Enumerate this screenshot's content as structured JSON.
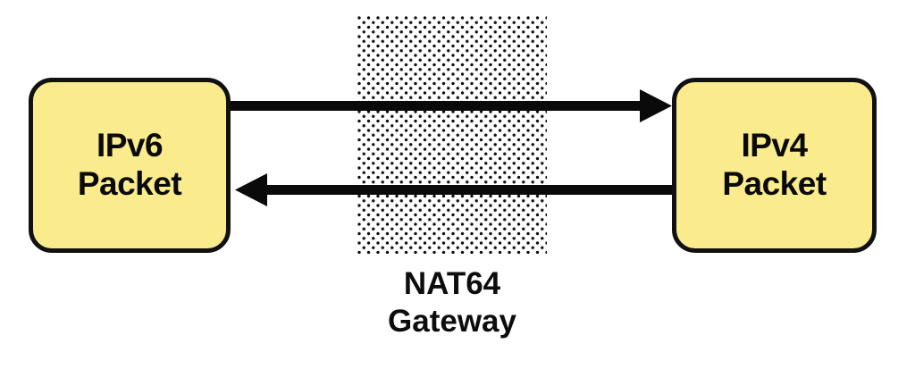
{
  "diagram": {
    "title": "NAT64 Gateway packet translation diagram",
    "background_color": "#ffffff",
    "box_fill_color": "#FAEB8C",
    "box_border_color": "#111111",
    "arrow_color": "#0a0a0a",
    "dot_color": "#101010"
  },
  "left_node": {
    "name": "ipv6-packet",
    "line1": "IPv6",
    "line2": "Packet"
  },
  "right_node": {
    "name": "ipv4-packet",
    "line1": "IPv4",
    "line2": "Packet"
  },
  "gateway": {
    "name": "nat64-gateway",
    "caption_line1": "NAT64",
    "caption_line2": "Gateway",
    "pattern": "dotted-band"
  },
  "arrows": [
    {
      "name": "arrow-ipv6-to-ipv4",
      "direction": "right",
      "from": "IPv6 Packet",
      "to": "IPv4 Packet",
      "label": ""
    },
    {
      "name": "arrow-ipv4-to-ipv6",
      "direction": "left",
      "from": "IPv4 Packet",
      "to": "IPv6 Packet",
      "label": ""
    }
  ]
}
